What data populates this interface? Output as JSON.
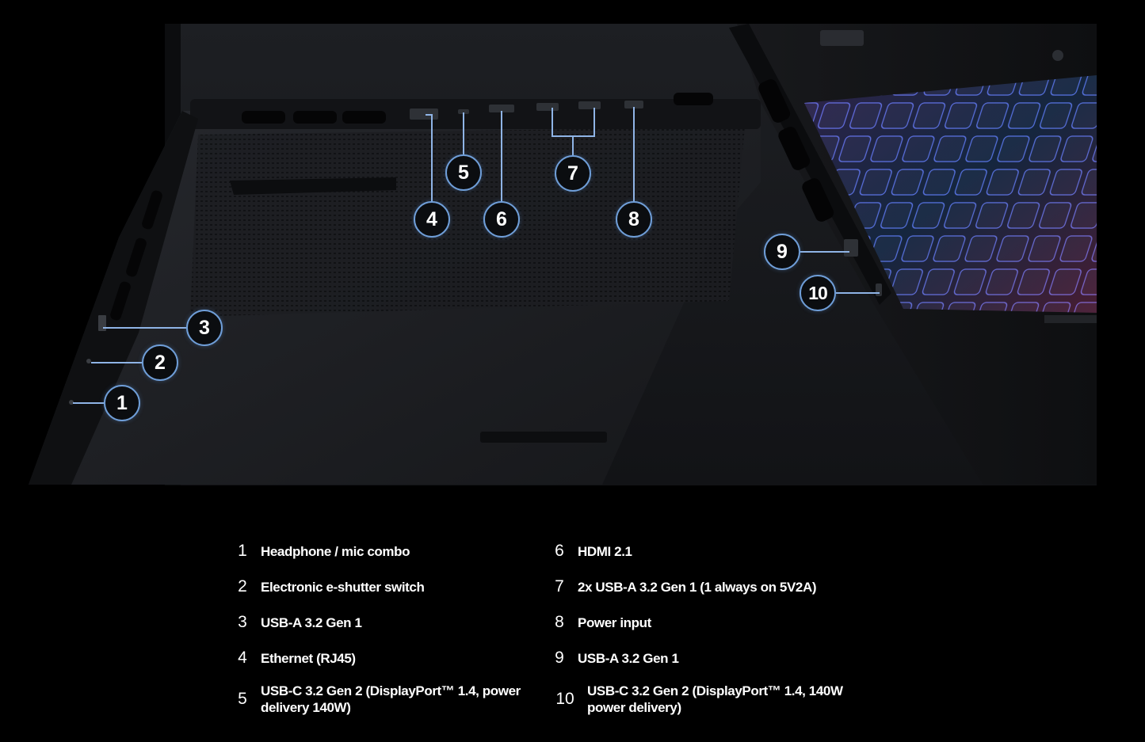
{
  "colors": {
    "background": "#000000",
    "callout_ring": "#6f9ed8",
    "leader_line": "#8fb4e6"
  },
  "photo": {
    "callouts": [
      "1",
      "2",
      "3",
      "4",
      "5",
      "6",
      "7",
      "8",
      "9",
      "10"
    ]
  },
  "legend": {
    "items": [
      {
        "num": "1",
        "label": "Headphone / mic combo"
      },
      {
        "num": "2",
        "label": "Electronic e-shutter switch"
      },
      {
        "num": "3",
        "label": "USB-A 3.2 Gen 1"
      },
      {
        "num": "4",
        "label": "Ethernet (RJ45)"
      },
      {
        "num": "5",
        "label": "USB-C 3.2 Gen 2 (DisplayPort™ 1.4, power delivery 140W)"
      },
      {
        "num": "6",
        "label": "HDMI 2.1"
      },
      {
        "num": "7",
        "label": "2x USB-A 3.2 Gen 1 (1 always on 5V2A)"
      },
      {
        "num": "8",
        "label": "Power input"
      },
      {
        "num": "9",
        "label": "USB-A 3.2 Gen 1"
      },
      {
        "num": "10",
        "label": "USB-C 3.2 Gen 2 (DisplayPort™ 1.4, 140W power delivery)"
      }
    ]
  }
}
